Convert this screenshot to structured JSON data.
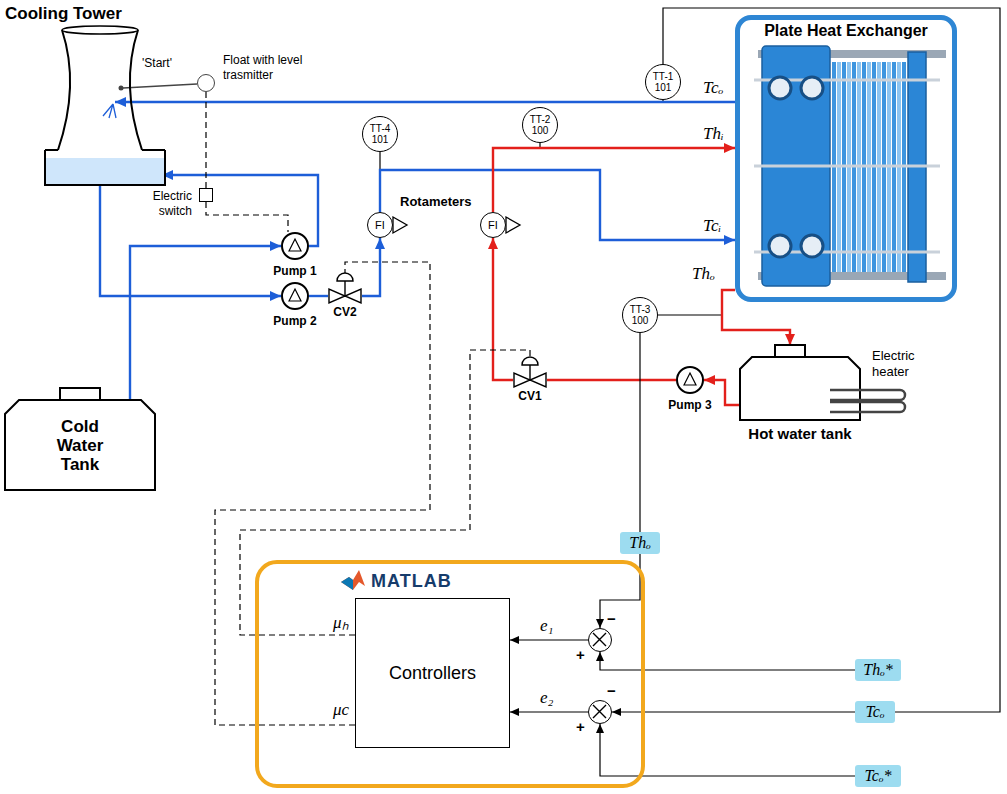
{
  "diagram": {
    "nodes": [
      {
        "text": [
          "Cooling Tower"
        ]
      },
      {
        "text": [
          "Float with level trasmitter"
        ]
      },
      {
        "text": [
          "Electric switch"
        ]
      },
      {
        "text": [
          "TT-4",
          "101"
        ]
      },
      {
        "text": [
          "FI"
        ]
      },
      {
        "text": [
          "FI"
        ]
      },
      {
        "text": [
          "TT-2",
          "100"
        ]
      },
      {
        "text": [
          "TT-1",
          "101"
        ]
      },
      {
        "text": [
          "Plate Heat Exchanger"
        ]
      },
      {
        "text": [
          "Pump 1"
        ]
      },
      {
        "text": [
          "Pump 2"
        ]
      },
      {
        "text": [
          "CV2"
        ]
      },
      {
        "text": [
          "CV1"
        ]
      },
      {
        "text": [
          "TT-3",
          "100"
        ]
      },
      {
        "text": [
          "Pump 3"
        ]
      },
      {
        "text": [
          "Cold Water Tank"
        ]
      },
      {
        "text": [
          "Hot water tank"
        ]
      },
      {
        "text": [
          "Thₒ"
        ]
      },
      {
        "text": [
          "MATLAB"
        ]
      },
      {
        "text": [
          "Controllers"
        ],
        "in": 18
      },
      {
        "text": [
          "−",
          "+"
        ],
        "in": 18
      },
      {
        "text": [
          "−",
          "+"
        ],
        "in": 18
      },
      {
        "text": [
          "Thₒ*"
        ]
      },
      {
        "text": [
          "Tcₒ"
        ]
      },
      {
        "text": [
          "Tcₒ*"
        ]
      }
    ],
    "edges": [
      {
        "from": 8,
        "to": 0,
        "arrow": "to"
      },
      {
        "from": 0,
        "to": 10,
        "arrow": "to"
      },
      {
        "from": 15,
        "to": 9,
        "arrow": "to"
      },
      {
        "from": 9,
        "to": 0,
        "arrow": "to"
      },
      {
        "from": 10,
        "to": 11,
        "arrow": "none"
      },
      {
        "from": 11,
        "to": 4,
        "arrow": "to"
      },
      {
        "from": 4,
        "to": 8,
        "arrow": "to"
      },
      {
        "from": 16,
        "to": 14,
        "arrow": "to"
      },
      {
        "from": 14,
        "to": 12,
        "arrow": "none"
      },
      {
        "from": 12,
        "to": 5,
        "arrow": "to"
      },
      {
        "from": 5,
        "to": 8,
        "arrow": "to"
      },
      {
        "from": 8,
        "to": 16,
        "arrow": "to"
      },
      {
        "from": 1,
        "to": 2,
        "arrow": "none"
      },
      {
        "from": 2,
        "to": 9,
        "arrow": "none"
      },
      {
        "from": 19,
        "to": 12,
        "arrow": "none"
      },
      {
        "from": 19,
        "to": 11,
        "arrow": "none"
      },
      {
        "from": 7,
        "to": 23,
        "arrow": "none"
      },
      {
        "from": 13,
        "to": 17,
        "arrow": "none"
      },
      {
        "from": 17,
        "to": 20,
        "arrow": "to"
      },
      {
        "from": 22,
        "to": 20,
        "arrow": "to"
      },
      {
        "from": 20,
        "to": 19,
        "label": "e₁",
        "arrow": "to"
      },
      {
        "from": 23,
        "to": 21,
        "arrow": "to"
      },
      {
        "from": 24,
        "to": 21,
        "arrow": "to"
      },
      {
        "from": 21,
        "to": 19,
        "label": "e₂",
        "arrow": "to"
      }
    ],
    "labels": [
      "'Start'",
      "Rotameters",
      "Tcₒ",
      "Thᵢ",
      "Tcᵢ",
      "Thₒ",
      "Electric heater",
      "μₕ",
      "μc"
    ]
  }
}
